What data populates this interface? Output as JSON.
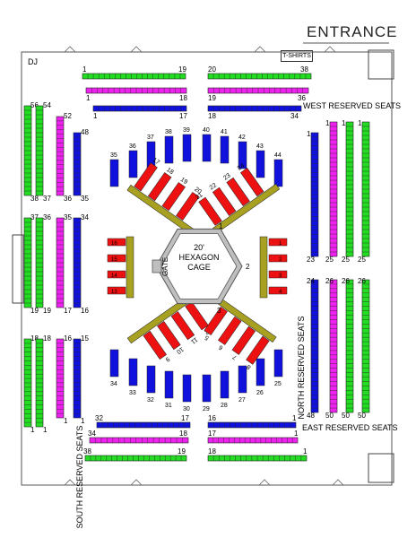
{
  "title": "ENTRANCE",
  "labels": {
    "dj": "DJ",
    "tshirts": "T-SHIRTS",
    "cage": "20' HEXAGON CAGE",
    "cage_line1": "20'",
    "cage_line2": "HEXAGON",
    "cage_line3": "CAGE",
    "gate": "GATE",
    "west": "WEST  RESERVED  SEATS",
    "north": "NORTH  RESERVED  SEATS",
    "east": "EAST  RESERVED  SEATS",
    "south": "SOUTH  RESERVED  SEATS"
  },
  "colors": {
    "green": "#22dd22",
    "magenta": "#ee22ee",
    "blue": "#1111dd",
    "red": "#ee1111",
    "olive": "#a8a020",
    "gray": "#bfbfbf"
  },
  "cage_sides": [
    "1",
    "2",
    "3"
  ],
  "top_rows": [
    {
      "color": "green",
      "left_start": "1",
      "left_end": "19",
      "right_start": "20",
      "right_end": "38"
    },
    {
      "color": "magenta",
      "left_start": "1",
      "left_end": "18",
      "right_start": "19",
      "right_end": "36"
    },
    {
      "color": "blue",
      "left_start": "1",
      "left_end": "17",
      "right_start": "18",
      "right_end": "34"
    }
  ],
  "bottom_rows": [
    {
      "color": "blue",
      "left_start": "32",
      "left_end": "17",
      "right_start": "16",
      "right_end": "1"
    },
    {
      "color": "magenta",
      "left_start": "34",
      "left_end": "18",
      "right_start": "17",
      "right_end": "1"
    },
    {
      "color": "green",
      "left_start": "38",
      "left_end": "19",
      "right_start": "18",
      "right_end": "1"
    }
  ],
  "west_columns": [
    {
      "color": "green",
      "sections": [
        [
          "56",
          "38"
        ],
        [
          "37",
          "19"
        ],
        [
          "18",
          "1"
        ]
      ]
    },
    {
      "color": "green",
      "sections": [
        [
          "54",
          "37"
        ],
        [
          "36",
          "19"
        ],
        [
          "18",
          "1"
        ]
      ]
    },
    {
      "color": "magenta",
      "sections": [
        [
          "52",
          "36"
        ],
        [
          "35",
          "17"
        ],
        [
          "16",
          "1"
        ]
      ]
    },
    {
      "color": "blue",
      "sections": [
        [
          "48",
          "35"
        ],
        [
          "34",
          "16"
        ],
        [
          "15",
          "1"
        ]
      ]
    }
  ],
  "east_columns": [
    {
      "color": "blue",
      "sections": [
        [
          "1",
          "23"
        ],
        [
          "24",
          "48"
        ]
      ]
    },
    {
      "color": "magenta",
      "sections": [
        [
          "1",
          "25"
        ],
        [
          "26",
          "50"
        ]
      ]
    },
    {
      "color": "green",
      "sections": [
        [
          "1",
          "25"
        ],
        [
          "26",
          "50"
        ]
      ]
    },
    {
      "color": "green",
      "sections": [
        [
          "1",
          "25"
        ],
        [
          "26",
          "50"
        ]
      ]
    }
  ],
  "floor_blocks_top": [
    "35",
    "36",
    "37",
    "38",
    "39",
    "40",
    "41",
    "42",
    "43",
    "44"
  ],
  "floor_blocks_bottom": [
    "34",
    "33",
    "32",
    "31",
    "30",
    "29",
    "28",
    "27",
    "26",
    "25"
  ],
  "angled_rows_top_left": [
    "17",
    "18",
    "19",
    "20"
  ],
  "angled_rows_top_right": [
    "21",
    "22",
    "23",
    "24"
  ],
  "angled_rows_bottom_left": [
    "12",
    "11",
    "10",
    "9"
  ],
  "angled_rows_bottom_right": [
    "8",
    "7",
    "6",
    "5"
  ],
  "side_rows_left": [
    "16",
    "15",
    "14",
    "13"
  ],
  "side_rows_right": [
    "1",
    "2",
    "3",
    "4"
  ]
}
